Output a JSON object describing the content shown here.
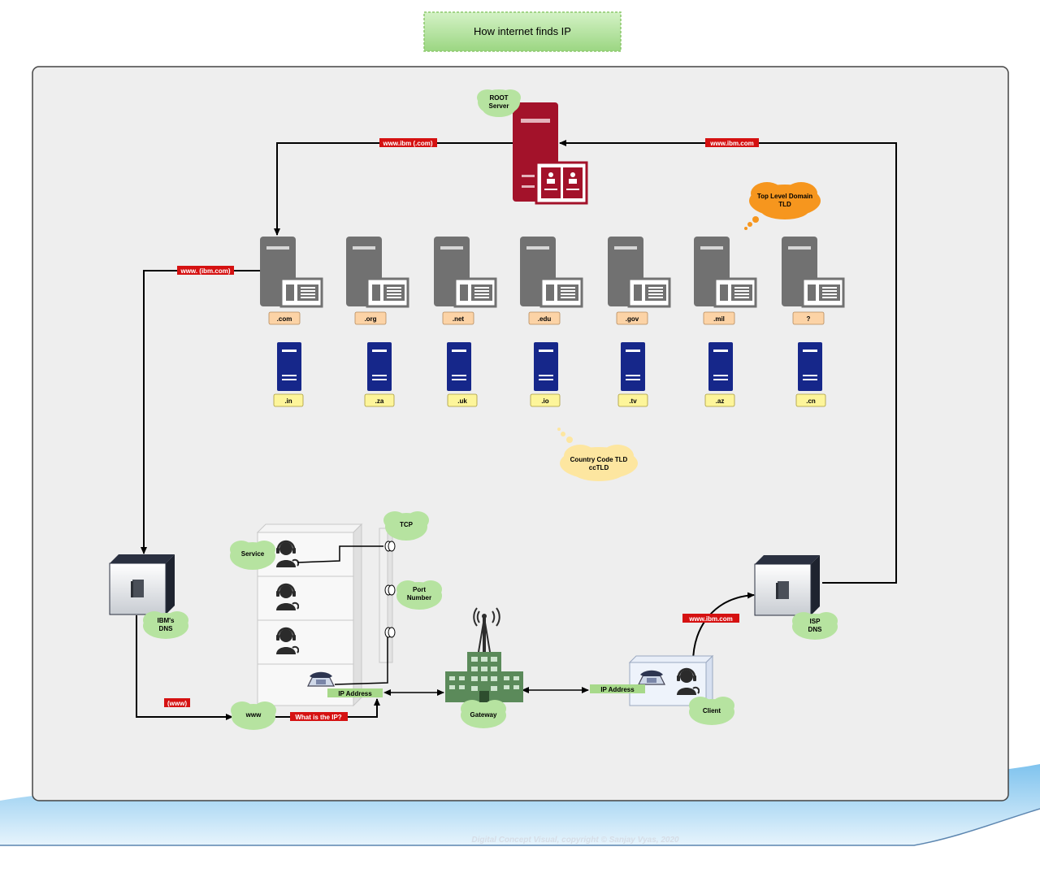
{
  "title": "How internet finds IP",
  "footer": "Digital Concept Visual, copyright © Sanjay Vyas, 2020",
  "root": {
    "line1": "ROOT",
    "line2": "Server"
  },
  "tld_cloud": {
    "line1": "Top Level Domain",
    "line2": "TLD"
  },
  "cctld_cloud": {
    "line1": "Country Code TLD",
    "line2": "ccTLD"
  },
  "tld_servers": [
    ".com",
    ".org",
    ".net",
    ".edu",
    ".gov",
    ".mil",
    "?"
  ],
  "cc_servers": [
    ".in",
    ".za",
    ".uk",
    ".io",
    ".tv",
    ".az",
    ".cn"
  ],
  "arrow_labels": {
    "root_to_com": "www.ibm (.com)",
    "isp_to_root": "www.ibm.com",
    "com_to_ibmdns": "www. (ibm.com)",
    "ibmdns_to_www": "(www)",
    "what_is_ip": "What is the IP?",
    "client_to_isp": "www.ibm.com"
  },
  "ibm_dns": {
    "line1": "IBM's",
    "line2": "DNS"
  },
  "isp_dns": {
    "line1": "ISP",
    "line2": "DNS"
  },
  "clouds": {
    "tcp": "TCP",
    "port1": "Port",
    "port2": "Number",
    "service": "Service",
    "www": "www",
    "gateway": "Gateway",
    "client": "Client"
  },
  "ip_address_server": "IP Address",
  "ip_address_client": "IP Address",
  "colors": {
    "root": "#a3122a",
    "tld_gray": "#707070",
    "cc_blue": "#16278a",
    "red_label": "#d51111",
    "green_cloud": "#b6e3a0",
    "orange_cloud": "#f6961e",
    "yellow_cloud": "#fde6a0"
  }
}
